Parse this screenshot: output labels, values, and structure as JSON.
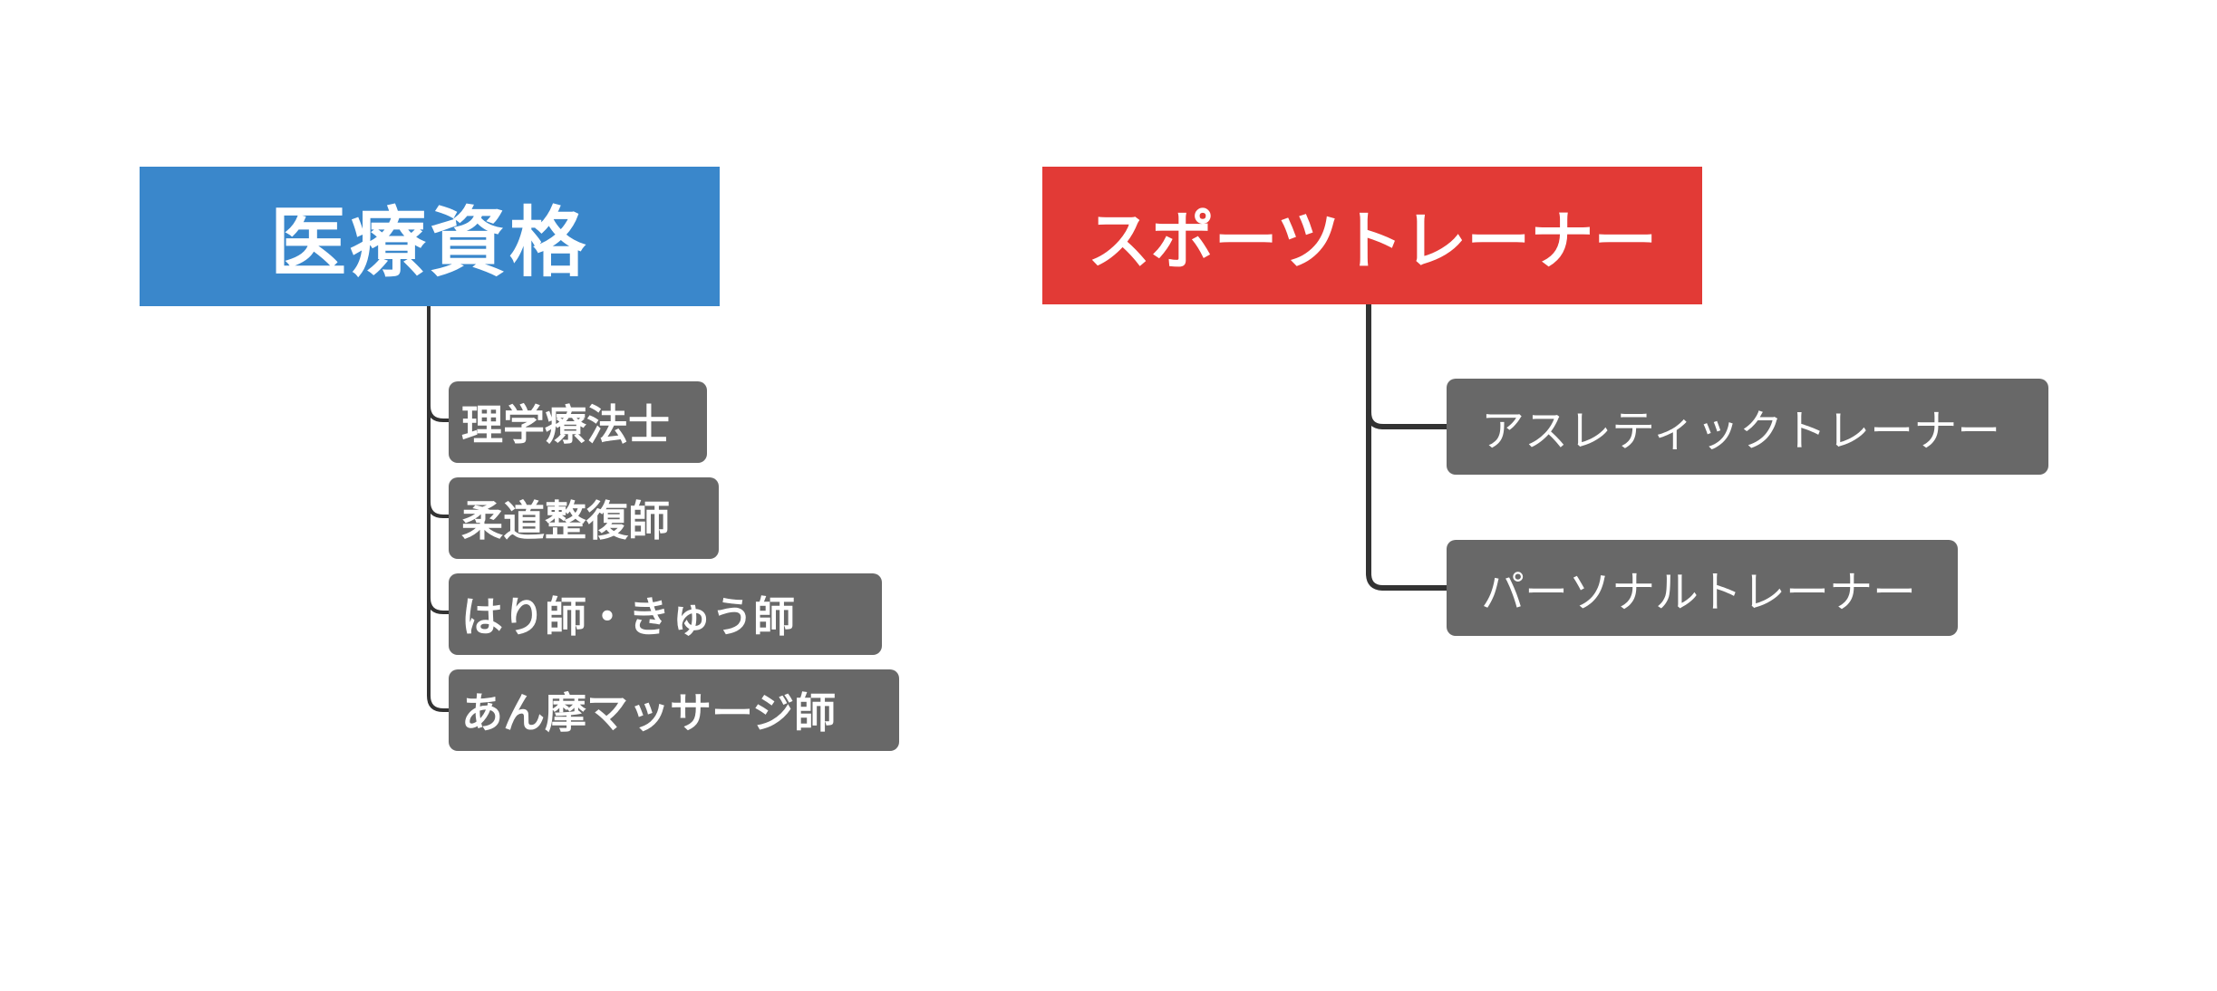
{
  "groups": [
    {
      "root": {
        "label": "医療資格",
        "color": "#3A87CB"
      },
      "children": [
        {
          "label": "理学療法士"
        },
        {
          "label": "柔道整復師"
        },
        {
          "label": "はり師・きゅう師"
        },
        {
          "label": "あん摩マッサージ師"
        }
      ]
    },
    {
      "root": {
        "label": "スポーツトレーナー",
        "color": "#E23A36"
      },
      "children": [
        {
          "label": "アスレティックトレーナー"
        },
        {
          "label": "パーソナルトレーナー"
        }
      ]
    }
  ],
  "colors": {
    "child_background": "#686868",
    "connector": "#333333",
    "text": "#FFFFFF"
  }
}
